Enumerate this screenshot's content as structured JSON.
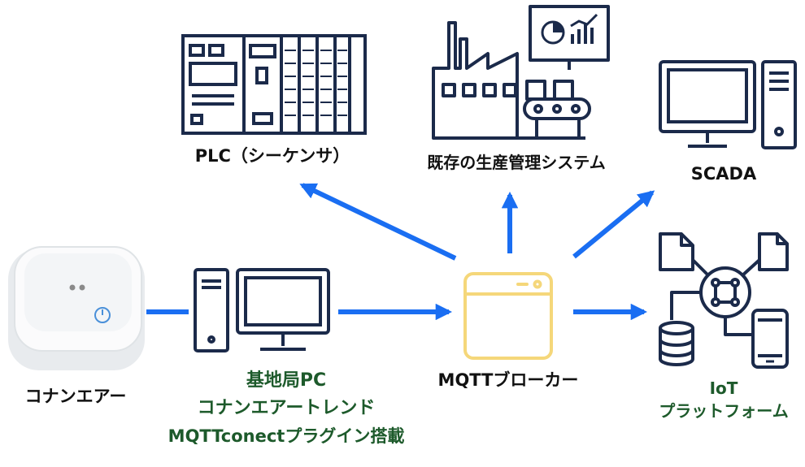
{
  "nodes": {
    "device": {
      "label": "コナンエアー"
    },
    "base_pc": {
      "lines": [
        "基地局PC",
        "コナンエアートレンド",
        "MQTTconectプラグイン搭載"
      ]
    },
    "broker": {
      "label": "MQTTブローカー"
    },
    "plc": {
      "label": "PLC（シーケンサ）"
    },
    "production": {
      "label": "既存の生産管理システム"
    },
    "scada": {
      "label": "SCADA"
    },
    "iot": {
      "lines": [
        "IoT",
        "プラットフォーム"
      ]
    }
  },
  "colors": {
    "arrow": "#1a6ef2",
    "icon_navy": "#1b2a4a",
    "broker_yellow": "#f5d77a",
    "green_text": "#1d5a2b"
  },
  "icons": [
    "power-icon",
    "pc-icon",
    "broker-window-icon",
    "plc-icon",
    "factory-icon",
    "scada-computer-icon",
    "iot-network-icon"
  ]
}
